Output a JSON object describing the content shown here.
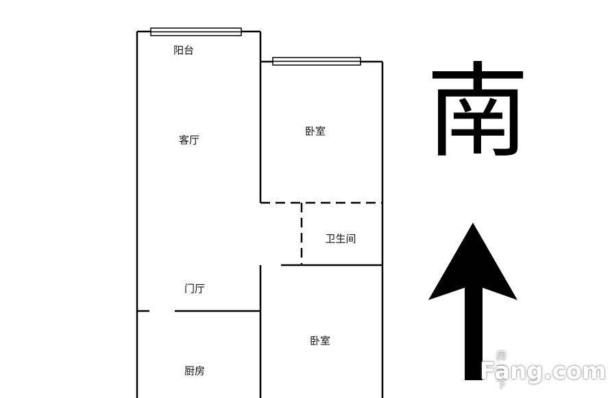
{
  "rooms": {
    "balcony": "阳台",
    "living_room": "客厅",
    "bedroom_north": "卧室",
    "bathroom": "卫生间",
    "foyer": "门厅",
    "kitchen": "厨房",
    "bedroom_south": "卧室"
  },
  "compass": {
    "direction": "南",
    "arrow_icon": "arrow-up-icon"
  },
  "watermark": {
    "chinese": "房天下",
    "brand": "Fang.com"
  },
  "colors": {
    "wall": "#000000",
    "background": "#ffffff"
  }
}
